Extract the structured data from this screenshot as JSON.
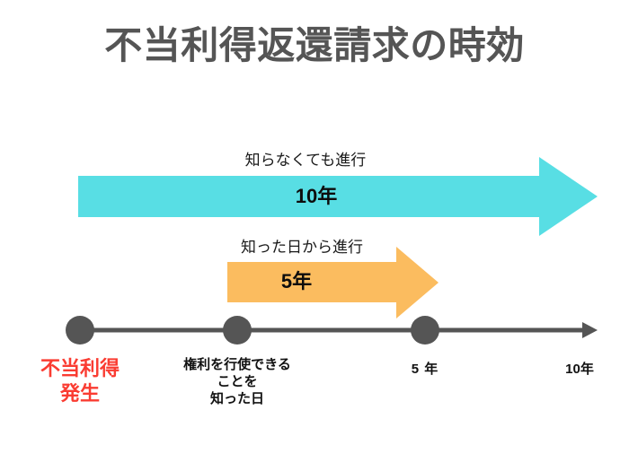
{
  "page": {
    "title": "不当利得返還請求の時効",
    "background_color": "#ffffff",
    "title_color": "#555555"
  },
  "colors": {
    "teal_arrow": "#58DEE4",
    "orange_arrow": "#FBBC5F",
    "timeline": "#555555",
    "highlight_red": "#FA3C32",
    "label_black": "#111111"
  },
  "arrows": [
    {
      "id": "ten-year",
      "caption": "知らなくても進行",
      "value": "10年",
      "color": "#58DEE4"
    },
    {
      "id": "five-year",
      "caption": "知った日から進行",
      "value": "5年",
      "color": "#FBBC5F"
    }
  ],
  "timeline": {
    "markers": [
      {
        "id": "unjust-enrichment-occurs",
        "label": "不当利得\n発生",
        "label_line1": "不当利得",
        "label_line2": "発生",
        "color": "#FA3C32"
      },
      {
        "id": "date-of-knowledge",
        "label_line1": "権利を行使できる",
        "label_line2": "ことを",
        "label_line3": "知った日",
        "color": "#111111"
      },
      {
        "id": "five-years",
        "label": "5 年",
        "color": "#111111"
      },
      {
        "id": "ten-years",
        "label": "10年",
        "color": "#111111"
      }
    ]
  }
}
